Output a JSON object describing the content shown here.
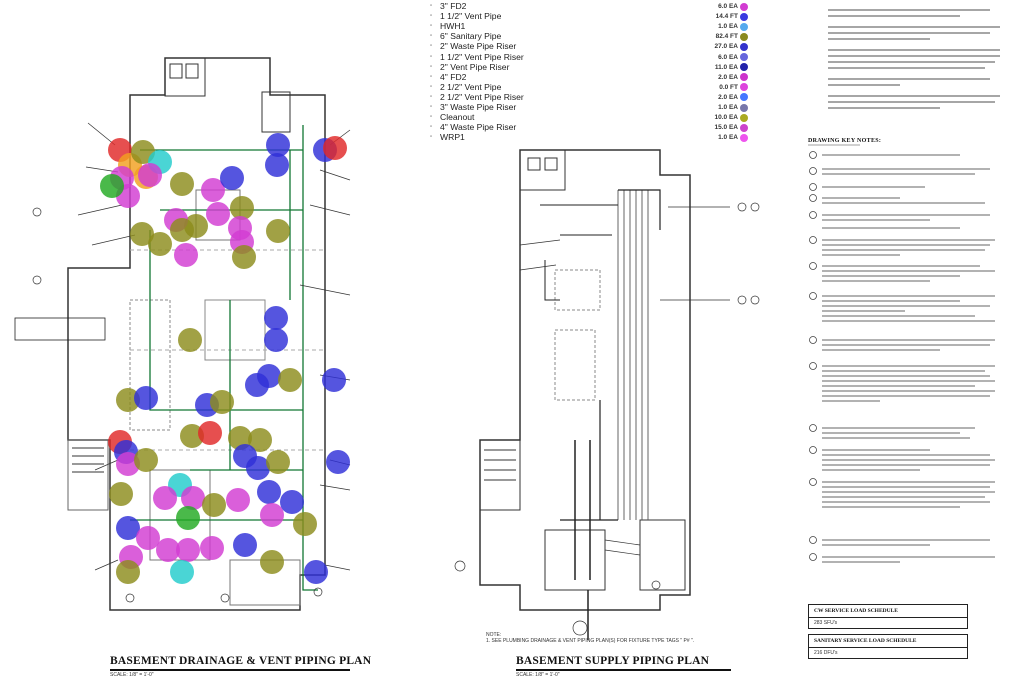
{
  "legend": {
    "rows": [
      {
        "name": "3\" FD2",
        "qty": "6.0 EA",
        "color": "#d23cd2"
      },
      {
        "name": "1 1/2\" Vent Pipe",
        "qty": "14.4 FT",
        "color": "#3a3ae0"
      },
      {
        "name": "HWH1",
        "qty": "1.0 EA",
        "color": "#55aaee"
      },
      {
        "name": "6\" Sanitary Pipe",
        "qty": "82.4 FT",
        "color": "#8a8a20"
      },
      {
        "name": "2\" Waste Pipe Riser",
        "qty": "27.0 EA",
        "color": "#3333cc"
      },
      {
        "name": "1 1/2\" Vent Pipe Riser",
        "qty": "6.0 EA",
        "color": "#6666dd"
      },
      {
        "name": "2\" Vent Pipe Riser",
        "qty": "11.0 EA",
        "color": "#2222aa"
      },
      {
        "name": "4\" FD2",
        "qty": "2.0 EA",
        "color": "#cc33cc"
      },
      {
        "name": "2 1/2\" Vent Pipe",
        "qty": "0.0 FT",
        "color": "#dd44dd"
      },
      {
        "name": "2 1/2\" Vent Pipe Riser",
        "qty": "2.0 EA",
        "color": "#4477ff"
      },
      {
        "name": "3\" Waste Pipe Riser",
        "qty": "1.0 EA",
        "color": "#7777aa"
      },
      {
        "name": "Cleanout",
        "qty": "10.0 EA",
        "color": "#aaaa22"
      },
      {
        "name": "4\" Waste Pipe Riser",
        "qty": "15.0 EA",
        "color": "#cc44cc"
      },
      {
        "name": "WRP1",
        "qty": "1.0 EA",
        "color": "#ee55ee"
      }
    ]
  },
  "plans": {
    "left_title": "BASEMENT DRAINAGE & VENT PIPING PLAN",
    "left_scale": "SCALE: 1/8\" = 1'-0\"",
    "right_title": "BASEMENT SUPPLY PIPING PLAN",
    "right_scale": "SCALE: 1/8\" = 1'-0\""
  },
  "notes": {
    "heading": "DRAWING KEY NOTES:",
    "bottom_note_label": "NOTE:",
    "bottom_note": "1.  SEE PLUMBING DRAINAGE & VENT PIPING PLAN(S) FOR FIXTURE TYPE TAGS \" P# \"."
  },
  "schedules": [
    {
      "title": "CW SERVICE LOAD SCHEDULE",
      "value": "283 SFU's"
    },
    {
      "title": "SANITARY SERVICE LOAD SCHEDULE",
      "value": "216 DFU's"
    }
  ],
  "colors": {
    "magenta": "#d23cd2",
    "blue": "#2f2fd8",
    "olive": "#8c8c1c",
    "red": "#e02828",
    "cyan": "#22cccc",
    "orange": "#f2a020",
    "green": "#22aa22"
  }
}
